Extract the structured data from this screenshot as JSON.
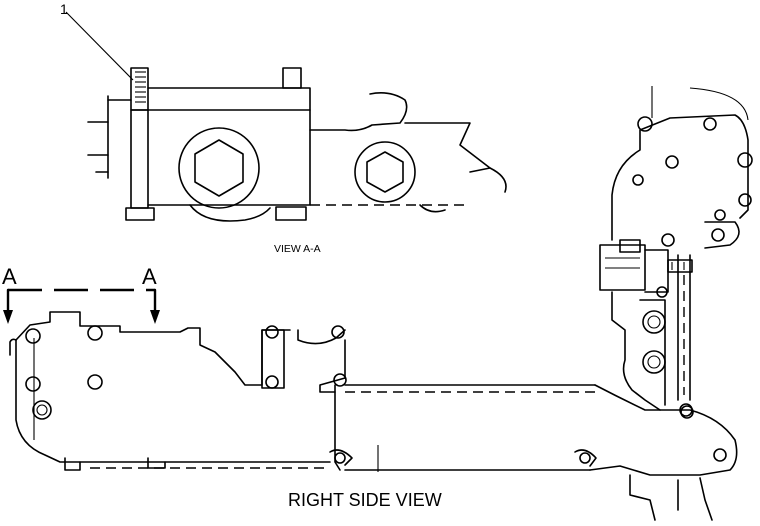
{
  "labels": {
    "callout_1": "1",
    "view_aa": "VIEW A-A",
    "section_left": "A",
    "section_right": "A",
    "main_view": "RIGHT SIDE VIEW"
  }
}
